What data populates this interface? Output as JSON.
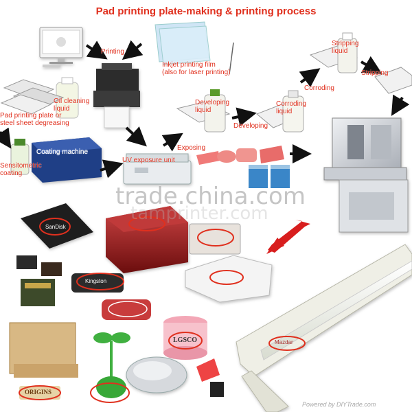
{
  "title": "Pad printing plate-making & printing process",
  "labels": {
    "printing": "Printing",
    "inkjet": "Inkjet printing film\n(also for laser printing)",
    "oil_cleaning": "Oil cleaning\nliquid",
    "plate": "Pad printing plate or\nsteel sheet degreasing",
    "coating_machine": "Coating machine",
    "sensitometric": "Sensitometric\ncoating",
    "uv_unit": "UV exposure unit",
    "exposing": "Exposing",
    "developing_liquid": "Developing\nliquid",
    "developing": "Developing",
    "corroding_liquid": "Corroding\nliquid",
    "corroding": "Corroding",
    "stripping_liquid": "Stripping\nliquid",
    "stripping": "Stripping"
  },
  "product_labels": {
    "sandisk": "SanDisk",
    "kingston": "Kingston",
    "lgsco": "LGSCO",
    "origins": "ORIGINS",
    "tube_brand": "Mazdar"
  },
  "watermarks": {
    "main": "trade.china.com",
    "secondary": "tamprinter.com",
    "footer": "Powered by DIYTrade.com"
  },
  "colors": {
    "label_red": "#e0301e",
    "arrow_black": "#111111",
    "big_arrow_red": "#d81e1e"
  }
}
